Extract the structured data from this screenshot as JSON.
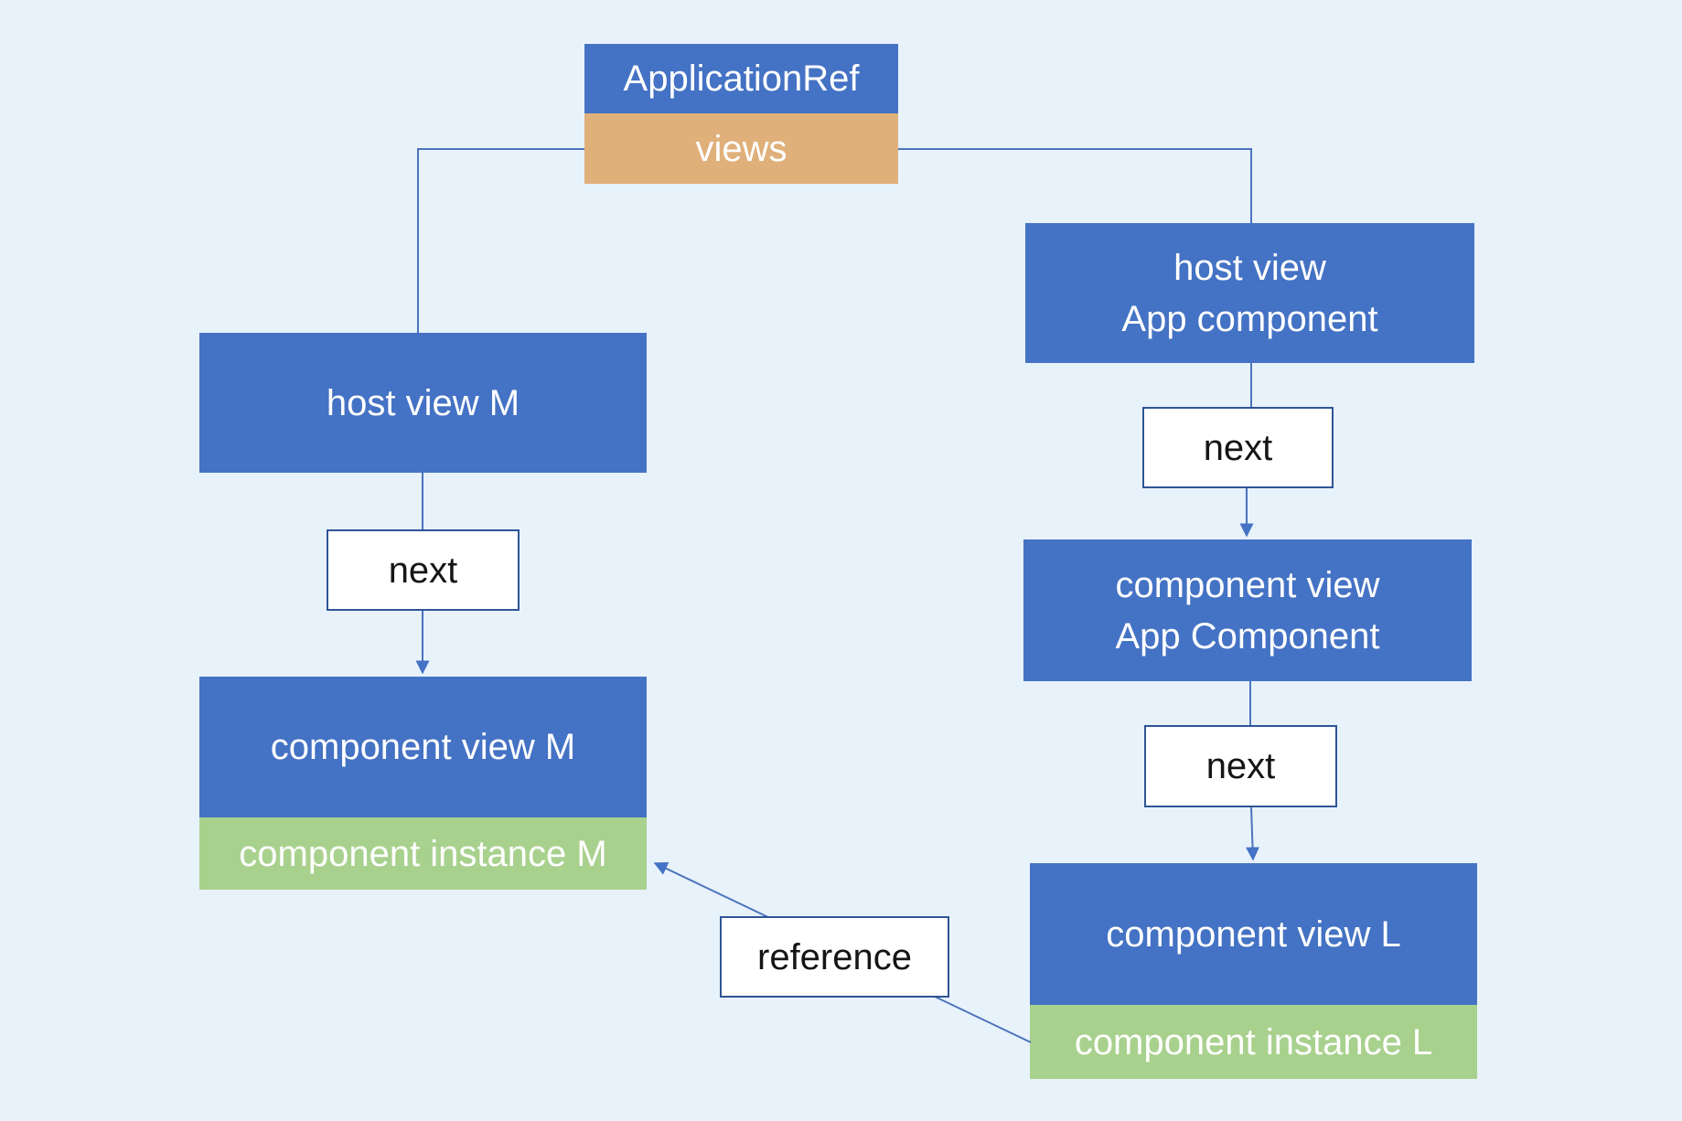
{
  "diagram": {
    "background": "#e8f2fb",
    "colors": {
      "box_blue": "#4472c4",
      "box_orange": "#e0b07a",
      "box_green": "#a9d18e",
      "box_white": "#ffffff",
      "white_box_border": "#2f5496",
      "connector_line": "#4a74bc",
      "arrowhead": "#4472c4",
      "text_on_color": "#ffffff",
      "text_on_white": "#151515"
    },
    "nodes": {
      "app_ref": {
        "label": "ApplicationRef",
        "fill": "#4472c4"
      },
      "views": {
        "label": "views",
        "fill": "#e0b07a"
      },
      "host_view_m": {
        "label": "host view M",
        "fill": "#4472c4"
      },
      "next_m": {
        "label": "next",
        "fill": "#ffffff"
      },
      "comp_view_m": {
        "label": "component view M",
        "fill": "#4472c4"
      },
      "comp_inst_m": {
        "label": "component instance M",
        "fill": "#a9d18e"
      },
      "host_view_app": {
        "line1": "host view",
        "line2": "App component",
        "fill": "#4472c4"
      },
      "next_app_1": {
        "label": "next",
        "fill": "#ffffff"
      },
      "comp_view_app": {
        "line1": "component view",
        "line2": "App Component",
        "fill": "#4472c4"
      },
      "next_app_2": {
        "label": "next",
        "fill": "#ffffff"
      },
      "comp_view_l": {
        "label": "component view L",
        "fill": "#4472c4"
      },
      "comp_inst_l": {
        "label": "component instance L",
        "fill": "#a9d18e"
      },
      "reference": {
        "label": "reference",
        "fill": "#ffffff"
      }
    },
    "edges": [
      {
        "from": "views",
        "to": "host_view_m",
        "arrow": false,
        "shape": "elbow"
      },
      {
        "from": "views",
        "to": "host_view_app",
        "arrow": false,
        "shape": "elbow"
      },
      {
        "from": "host_view_m",
        "to": "next_m",
        "arrow": false,
        "shape": "straight"
      },
      {
        "from": "next_m",
        "to": "comp_view_m",
        "arrow": true,
        "shape": "straight"
      },
      {
        "from": "host_view_app",
        "to": "next_app_1",
        "arrow": false,
        "shape": "straight"
      },
      {
        "from": "next_app_1",
        "to": "comp_view_app",
        "arrow": true,
        "shape": "straight"
      },
      {
        "from": "comp_view_app",
        "to": "next_app_2",
        "arrow": false,
        "shape": "straight"
      },
      {
        "from": "next_app_2",
        "to": "comp_view_l",
        "arrow": true,
        "shape": "straight"
      },
      {
        "from": "comp_inst_l",
        "to": "comp_inst_m",
        "via_label": "reference",
        "arrow": true,
        "shape": "diagonal"
      }
    ]
  }
}
